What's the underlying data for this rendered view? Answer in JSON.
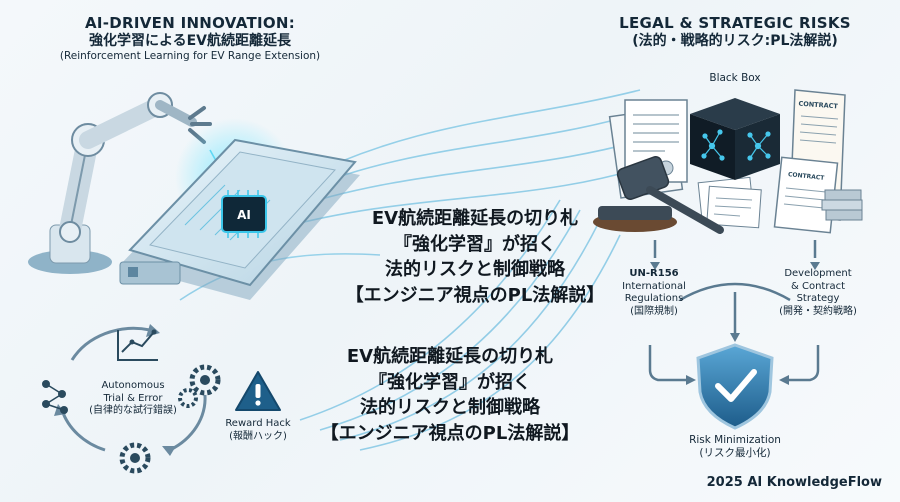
{
  "left_header": {
    "title_en": "AI-DRIVEN INNOVATION:",
    "title_jp": "強化学習によるEV航続距離延長",
    "subtitle": "(Reinforcement Learning for EV Range Extension)"
  },
  "right_header": {
    "title_en": "LEGAL & STRATEGIC RISKS",
    "title_jp": "(法的・戦略的リスク:PL法解説)"
  },
  "headline": {
    "line1": "EV航続距離延長の切り札",
    "line2": "『強化学習』が招く",
    "line3": "法的リスクと制御戦略",
    "line4": "【エンジニア視点のPL法解説】"
  },
  "chip_label": "AI",
  "contract_label": "CONTRACT",
  "black_box_label": "Black Box",
  "autonomous": {
    "en1": "Autonomous",
    "en2": "Trial & Error",
    "jp": "(自律的な試行錯誤)"
  },
  "reward_hack": {
    "en": "Reward Hack",
    "jp": "(報酬ハック)"
  },
  "un_r156": {
    "l1": "UN-R156",
    "l2": "International",
    "l3": "Regulations",
    "jp": "(国際規制)"
  },
  "development": {
    "l1": "Development",
    "l2": "& Contract",
    "l3": "Strategy",
    "jp": "(開発・契約戦略)"
  },
  "risk_min": {
    "en": "Risk Minimization",
    "jp": "(リスク最小化)"
  },
  "footer": "2025 AI KnowledgeFlow",
  "colors": {
    "accent": "#2a6f9a",
    "glow": "#35c4e8",
    "warning": "#1e5f8a"
  }
}
